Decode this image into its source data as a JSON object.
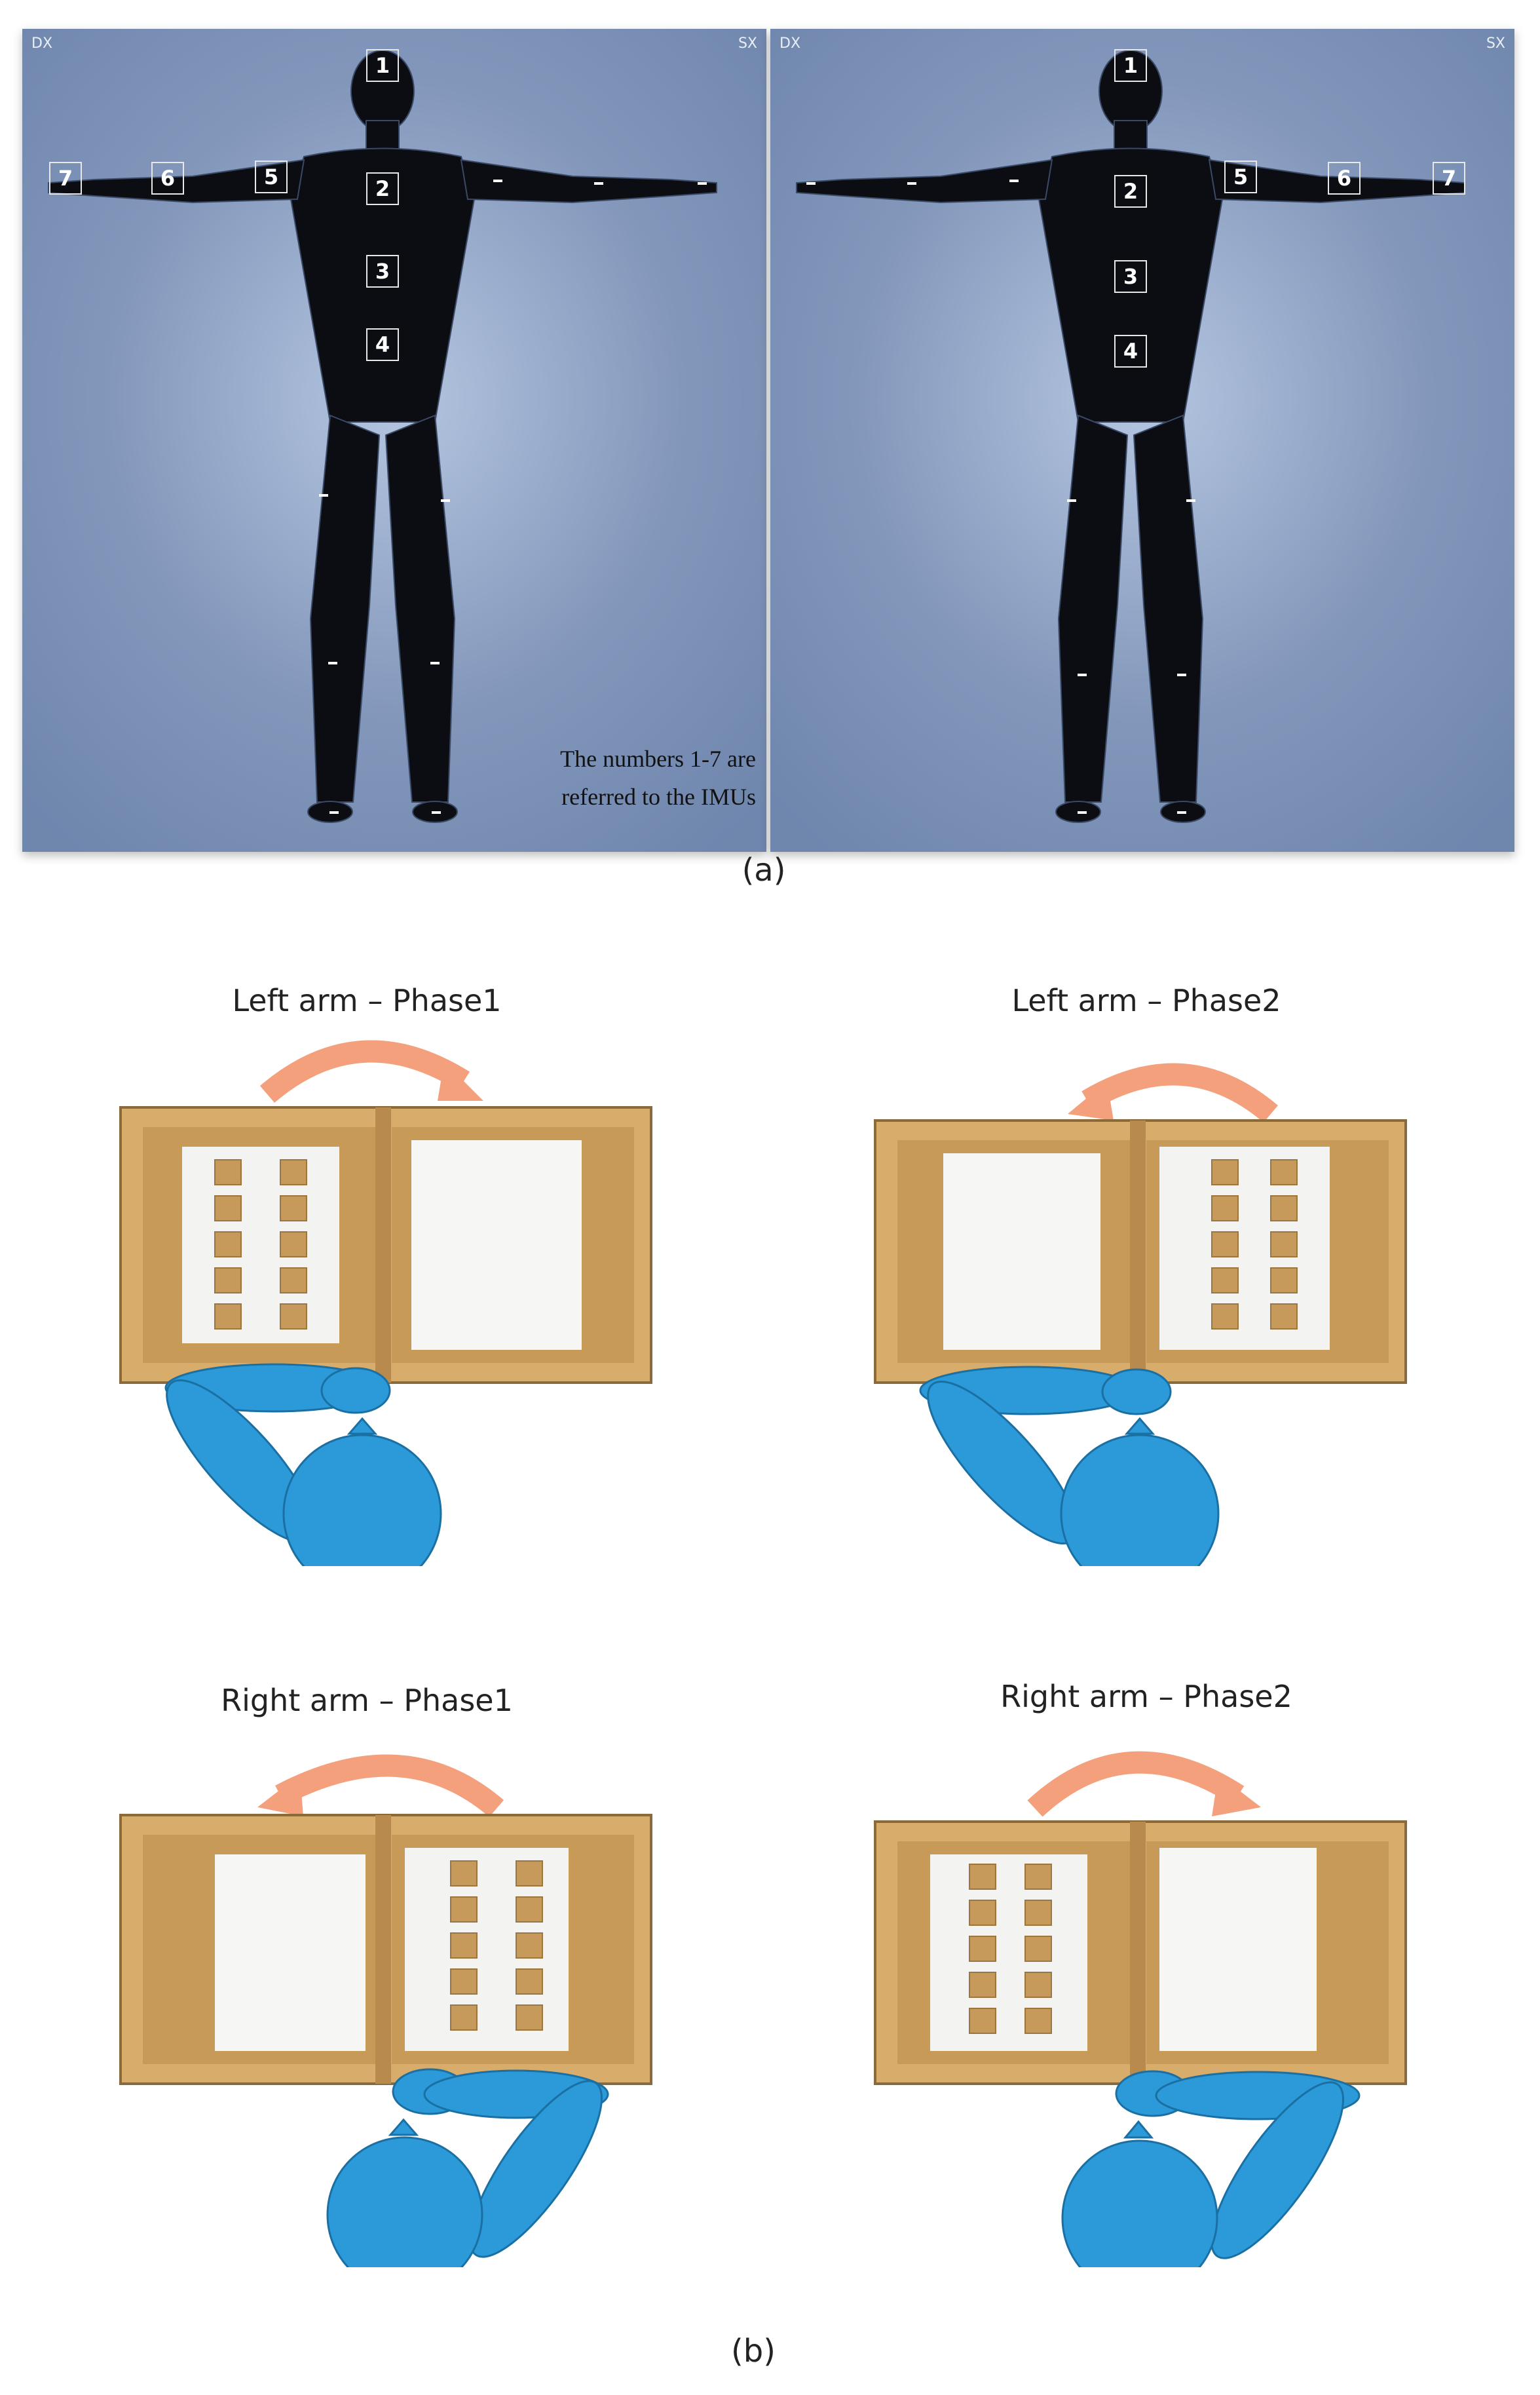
{
  "panel_a": {
    "caption": "(a)",
    "left_figure": {
      "corner_left": "DX",
      "corner_right": "SX",
      "imus": [
        "1",
        "2",
        "3",
        "4",
        "5",
        "6",
        "7"
      ]
    },
    "right_figure": {
      "corner_left": "DX",
      "corner_right": "SX",
      "imus": [
        "1",
        "2",
        "3",
        "4",
        "5",
        "6",
        "7"
      ]
    },
    "note_line1": "The numbers 1-7 are",
    "note_line2": "referred to the IMUs"
  },
  "panel_b": {
    "caption": "(b)",
    "scenes": [
      {
        "title": "Left arm – Phase1"
      },
      {
        "title": "Left arm – Phase2"
      },
      {
        "title": "Right arm – Phase1"
      },
      {
        "title": "Right arm – Phase2"
      }
    ]
  },
  "colors": {
    "panel_bg": "#7f94b8",
    "figure_body": "#0b0d12",
    "person_blue": "#2c9ad8",
    "arrow_orange": "#f4a07c",
    "wood": "#d8ac6a"
  }
}
